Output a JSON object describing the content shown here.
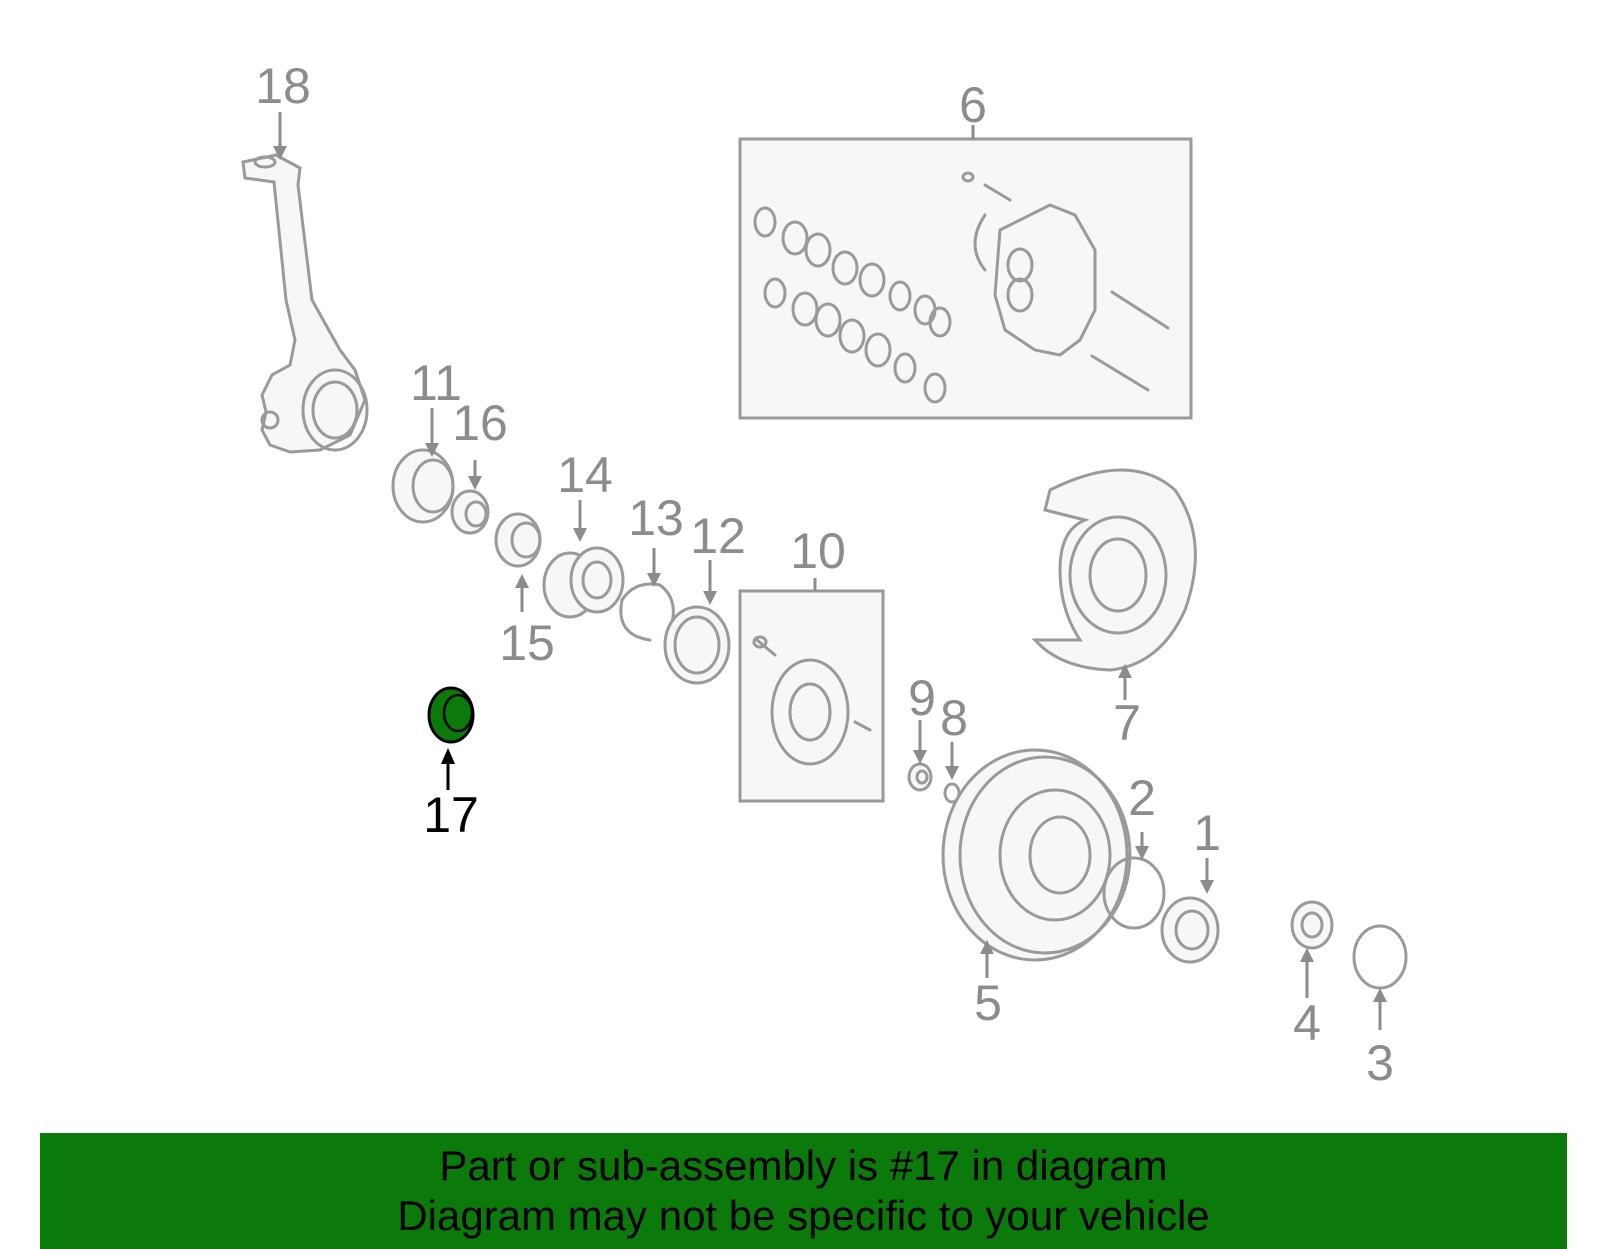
{
  "diagram": {
    "highlight_color": "#0b7a0b",
    "callouts": [
      "1",
      "2",
      "3",
      "4",
      "5",
      "6",
      "7",
      "8",
      "9",
      "10",
      "11",
      "12",
      "13",
      "14",
      "15",
      "16",
      "17",
      "18"
    ],
    "highlighted_callout": "17"
  },
  "footer": {
    "line1": "Part or sub-assembly is #17 in diagram",
    "line2": "Diagram may not be specific to your vehicle",
    "background": "#0b7a0b"
  }
}
